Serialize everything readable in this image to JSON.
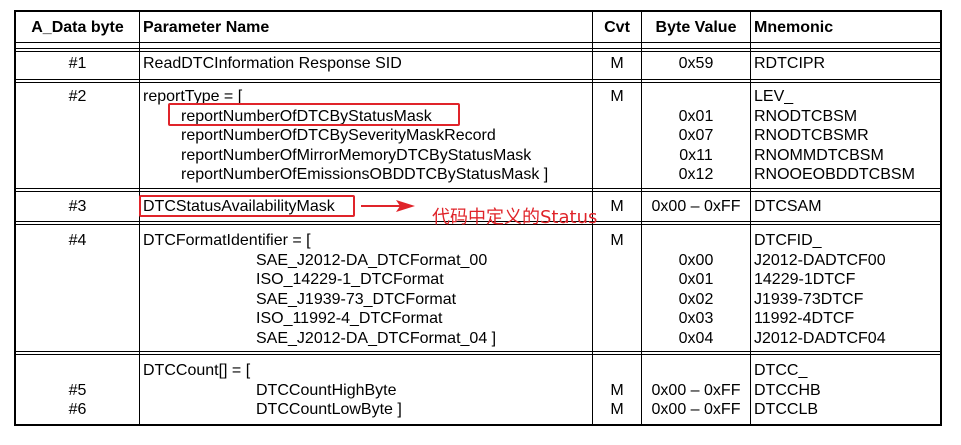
{
  "headers": {
    "col1": "A_Data byte",
    "col2": "Parameter Name",
    "col3": "Cvt",
    "col4": "Byte Value",
    "col5": "Mnemonic"
  },
  "rows": [
    {
      "byte": "#1",
      "params": [
        "ReadDTCInformation Response SID"
      ],
      "cvt": "M",
      "values": [
        "0x59"
      ],
      "mnemonics": [
        "RDTCIPR"
      ]
    },
    {
      "byte": "#2",
      "params": [
        "reportType = [",
        "reportNumberOfDTCByStatusMask",
        "reportNumberOfDTCBySeverityMaskRecord",
        "reportNumberOfMirrorMemoryDTCByStatusMask",
        "reportNumberOfEmissionsOBDDTCByStatusMask ]"
      ],
      "cvt": "M",
      "values": [
        "0x01",
        "0x07",
        "0x11",
        "0x12"
      ],
      "mnemonics": [
        "LEV_",
        "RNODTCBSM",
        "RNODTCBSMR",
        "RNOMMDTCBSM",
        "RNOOEOBDDTCBSM"
      ]
    },
    {
      "byte": "#3",
      "params": [
        "DTCStatusAvailabilityMask"
      ],
      "cvt": "M",
      "values": [
        "0x00 – 0xFF"
      ],
      "mnemonics": [
        "DTCSAM"
      ]
    },
    {
      "byte": "#4",
      "params": [
        "DTCFormatIdentifier = [",
        "SAE_J2012-DA_DTCFormat_00",
        "ISO_14229-1_DTCFormat",
        "SAE_J1939-73_DTCFormat",
        "ISO_11992-4_DTCFormat",
        "SAE_J2012-DA_DTCFormat_04 ]"
      ],
      "cvt": "M",
      "values": [
        "0x00",
        "0x01",
        "0x02",
        "0x03",
        "0x04"
      ],
      "mnemonics": [
        "DTCFID_",
        "J2012-DADTCF00",
        "14229-1DTCF",
        "J1939-73DTCF",
        "11992-4DTCF",
        "J2012-DADTCF04"
      ]
    },
    {
      "bytes": [
        "#5",
        "#6"
      ],
      "params": [
        "DTCCount[] = [",
        "DTCCountHighByte",
        "DTCCountLowByte ]"
      ],
      "cvts": [
        "M",
        "M"
      ],
      "values": [
        "0x00 – 0xFF",
        "0x00 – 0xFF"
      ],
      "mnemonics": [
        "DTCC_",
        "DTCCHB",
        "DTCCLB"
      ]
    }
  ],
  "annotation": {
    "note": "代码中定义的Status",
    "color": "#e0242a"
  }
}
